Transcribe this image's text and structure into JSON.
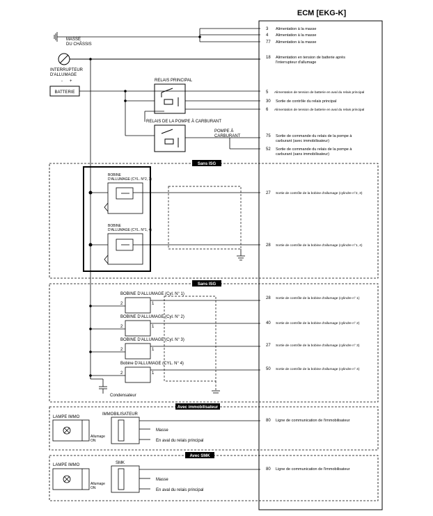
{
  "ecm_title": "ECM [EKG-K]",
  "left": {
    "masse_chassis": [
      "MASSE",
      "DU CHÂSSIS"
    ],
    "interrupteur": [
      "INTERRUPTEUR",
      "D'ALLUMAGE"
    ],
    "batterie": "BATTERIE",
    "minus": "-",
    "plus": "+",
    "relais_principal": "RELAIS PRINCIPAL",
    "relais_pompe": "RELAIS DE LA POMPE À CARBURANT",
    "pompe": [
      "POMPE À",
      "CARBURANT"
    ],
    "bobine_23": [
      "BOBINE",
      "D'ALLUMAGE (CYL. N°2, 3)"
    ],
    "bobine_14": [
      "BOBINE",
      "D'ALLUMAGE (CYL. N°1, 4)"
    ],
    "coil_labels": [
      "BOBINE D'ALLUMAGE (Cyl. N° 1)",
      "BOBINE D'ALLUMAGE (Cyl. N° 2)",
      "BOBINE D'ALLUMAGE (Cyl. N° 3)",
      "Bobine D'ALLUMAGE (CYL. N° 4)"
    ],
    "coil_pin_2": "2",
    "coil_pin_1": "1",
    "condensateur": "Condensateur",
    "lampe_immo": "LAMPE IMMO",
    "immobilisateur": "IMMOBILISATEUR",
    "smk": "SMK",
    "allumage": [
      "Allumage",
      "ON"
    ],
    "masse": "Masse",
    "en_aval": "En aval du relais principal"
  },
  "sections": {
    "sans_isg_1": "Sans ISG",
    "sans_isg_2": "Sans ISG",
    "avec_immo": "Avec immobilisateur",
    "avec_smk": "Avec SMK"
  },
  "pins": [
    {
      "num": "3",
      "text": [
        "Alimentation à la masse"
      ]
    },
    {
      "num": "4",
      "text": [
        "Alimentation à la masse"
      ]
    },
    {
      "num": "77",
      "text": [
        "Alimentation à la masse"
      ]
    },
    {
      "num": "18",
      "text": [
        "Alimentation en tension de batterie après",
        "l'interrupteur d'allumage"
      ]
    },
    {
      "num": "5",
      "text": [
        "Alimentation de tension de batterie en aval du relais principal"
      ]
    },
    {
      "num": "30",
      "text": [
        "Sortie de contrôle du relais principal"
      ]
    },
    {
      "num": "6",
      "text": [
        "Alimentation de tension de batterie en aval du relais principal"
      ]
    },
    {
      "num": "75",
      "text": [
        "Sortie de commande du relais de la pompe à",
        "carburant (avec immobilisateur)"
      ]
    },
    {
      "num": "52",
      "text": [
        "Sortie de commande du relais de la pompe à",
        "carburant (sans immobilisateur)"
      ]
    },
    {
      "num": "27",
      "text": [
        "Sortie de contrôle de la bobine d'allumage (cylindre n°2, 3)"
      ]
    },
    {
      "num": "28",
      "text": [
        "Sortie de contrôle de la bobine d'allumage (cylindre n°1, 4)"
      ]
    },
    {
      "num": "28",
      "text": [
        "Sortie de contrôle de la bobine d'allumage (cylindre n° 1)"
      ]
    },
    {
      "num": "40",
      "text": [
        "Sortie de contrôle de la bobine d'allumage (cylindre n° 2)"
      ]
    },
    {
      "num": "27",
      "text": [
        "Sortie de contrôle de la bobine d'allumage (cylindre n° 3)"
      ]
    },
    {
      "num": "50",
      "text": [
        "Sortie de contrôle de la bobine d'allumage (cylindre n° 4)"
      ]
    },
    {
      "num": "80",
      "text": [
        "Ligne de communication de l'immobilisateur"
      ]
    },
    {
      "num": "80",
      "text": [
        "Ligne de communication de l'immobilisateur"
      ]
    }
  ]
}
